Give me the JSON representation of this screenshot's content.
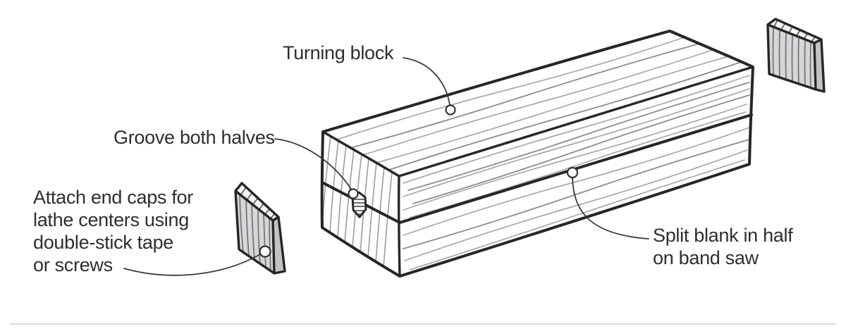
{
  "diagram": {
    "subject": "turning-block-preparation",
    "background_color": "#ffffff",
    "ink_color": "#262626",
    "text_color": "#2e2e2e",
    "grain_color": "#a8a8ac",
    "cap_face_color": "#d7d7d9",
    "cap_edge_color": "#c3c3c6",
    "cap_top_color": "#f4f4f4",
    "baseline_color": "#d9d9d9",
    "labels": {
      "turning_block": "Turning block",
      "groove": "Groove both halves",
      "end_caps_line1": "Attach end caps for",
      "end_caps_line2": "lathe centers using",
      "end_caps_line3": "double-stick tape",
      "end_caps_line4": "or screws",
      "split_line1": "Split blank in half",
      "split_line2": "on band saw"
    },
    "callouts": [
      {
        "label": "Turning block",
        "target": "top face of blank"
      },
      {
        "label": "Groove both halves",
        "target": "groove at split line on end of blank"
      },
      {
        "label": "Attach end caps for lathe centers using double-stick tape or screws",
        "target": "left end cap"
      },
      {
        "label": "Split blank in half on band saw",
        "target": "split line on front face"
      }
    ]
  }
}
